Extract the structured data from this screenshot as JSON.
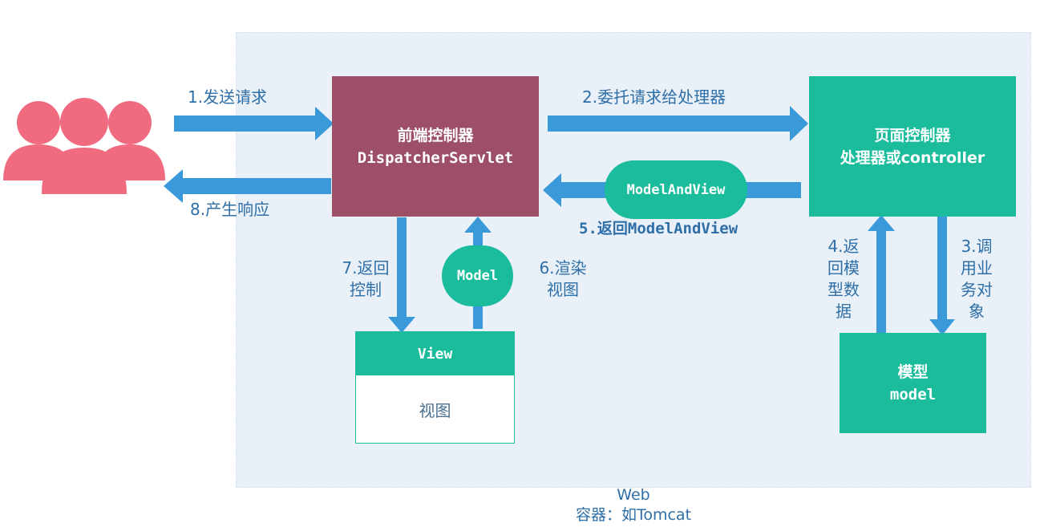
{
  "colors": {
    "dispatcher": "#9e4f68",
    "teal": "#1abc9c",
    "arrow": "#3a99d8",
    "label": "#2e6fa8",
    "container_bg": "#eaf0f8",
    "users": "#f06a80"
  },
  "users_icon": "users-icon",
  "container_caption": {
    "line1": "Web",
    "line2": "容器：如Tomcat"
  },
  "dispatcher": {
    "line1": "前端控制器",
    "line2": "DispatcherServlet"
  },
  "controller": {
    "line1": "页面控制器",
    "line2": "处理器或controller"
  },
  "model": {
    "line1": "模型",
    "line2": "model"
  },
  "view": {
    "header": "View",
    "body": "视图"
  },
  "pills": {
    "model_and_view": "ModelAndView",
    "model": "Model"
  },
  "steps": {
    "s1": "1.发送请求",
    "s2": "2.委托请求给处理器",
    "s3": {
      "l1": "3.调",
      "l2": "用业",
      "l3": "务对",
      "l4": "象"
    },
    "s4": {
      "l1": "4.返",
      "l2": "回模",
      "l3": "型数",
      "l4": "据"
    },
    "s5": "5.返回ModelAndView",
    "s6": {
      "l1": "6.渲染",
      "l2": "视图"
    },
    "s7": {
      "l1": "7.返回",
      "l2": "控制"
    },
    "s8": "8.产生响应"
  }
}
